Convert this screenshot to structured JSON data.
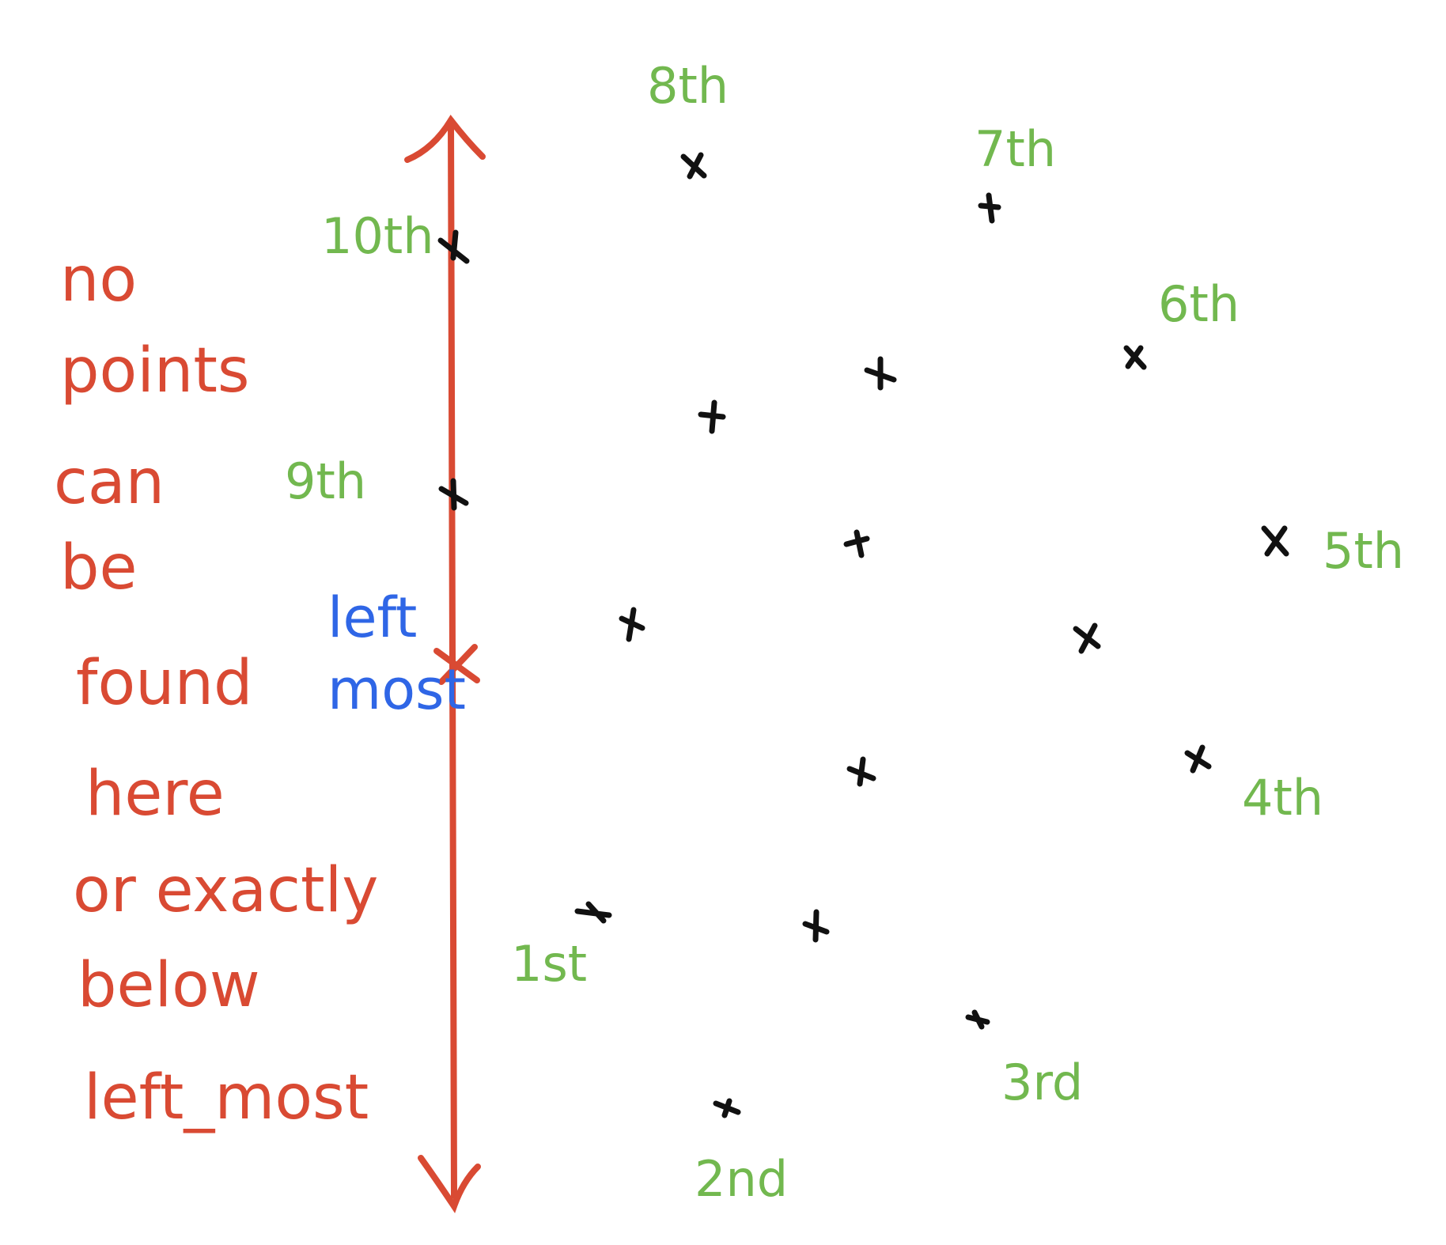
{
  "note_lines": [
    "no",
    "points",
    "can",
    "be",
    "found",
    "here",
    "or exactly",
    "below",
    "left_most"
  ],
  "leftmost_label_lines": [
    "left",
    "most"
  ],
  "order_labels": [
    "1st",
    "2nd",
    "3rd",
    "4th",
    "5th",
    "6th",
    "7th",
    "8th",
    "9th",
    "10th"
  ],
  "colors": {
    "note_red": "#d94a33",
    "leftmost_blue": "#2f66e6",
    "order_green": "#72b84f",
    "point_black": "#111111"
  }
}
